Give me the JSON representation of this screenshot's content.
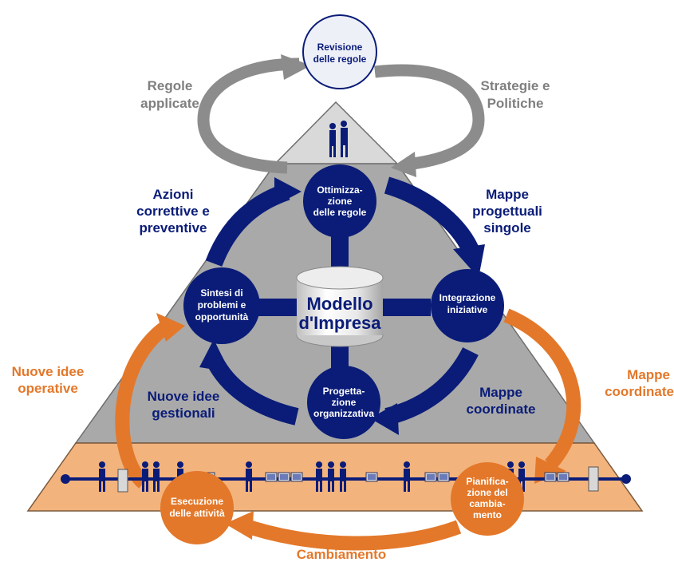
{
  "colors": {
    "navy": "#0a1c78",
    "orange": "#e3782a",
    "orange_band": "#f3b37d",
    "gray_arrow": "#8c8c8c",
    "pyramid_gray": "#a9a9a9",
    "pyramid_top": "#d9d9d9",
    "label_gray": "#7f7f7f"
  },
  "nodes": {
    "revisione": [
      "Revisione",
      "delle regole"
    ],
    "ottimizzazione": [
      "Ottimizza-",
      "zione",
      "delle regole"
    ],
    "sintesi": [
      "Sintesi di",
      "problemi e",
      "opportunità"
    ],
    "integrazione": [
      "Integrazione",
      "iniziative"
    ],
    "progettazione": [
      "Progetta-",
      "zione",
      "organizzativa"
    ],
    "esecuzione": [
      "Esecuzione",
      "delle attività"
    ],
    "pianificazione": [
      "Pianifica-",
      "zione del",
      "cambia-",
      "mento"
    ]
  },
  "database": [
    "Modello",
    "d'Impresa"
  ],
  "labels": {
    "regole_applicate": [
      "Regole",
      "applicate"
    ],
    "strategie": [
      "Strategie e",
      "Politiche"
    ],
    "azioni": [
      "Azioni",
      "correttive e",
      "preventive"
    ],
    "mappe_progettuali": [
      "Mappe",
      "progettuali",
      "singole"
    ],
    "nuove_idee_gestionali": [
      "Nuove idee",
      "gestionali"
    ],
    "mappe_coordinate_inner": [
      "Mappe",
      "coordinate"
    ],
    "nuove_idee_operative": [
      "Nuove idee",
      "operative"
    ],
    "mappe_coordinate_outer": [
      "Mappe",
      "coordinate"
    ],
    "cambiamento": "Cambiamento"
  },
  "icons": [
    "people-icon",
    "computer-icon",
    "server-tower-icon"
  ]
}
